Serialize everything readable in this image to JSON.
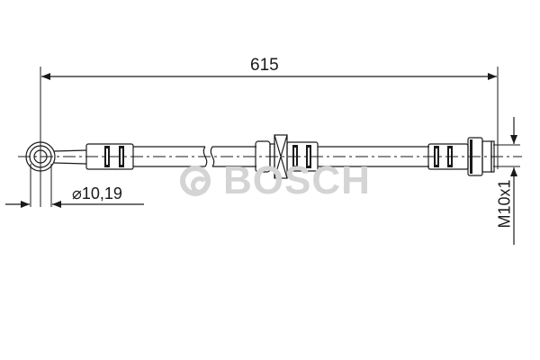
{
  "drawing": {
    "subject": "brake hose technical drawing",
    "watermark": {
      "symbol": "©",
      "text": "BOSCH"
    },
    "dimensions": {
      "overall_length": "615",
      "eye_diameter": "⌀10,19",
      "thread": "M10x1"
    },
    "colors": {
      "line": "#1a1a1a",
      "watermark": "#d4d4d4",
      "background": "#ffffff"
    }
  }
}
